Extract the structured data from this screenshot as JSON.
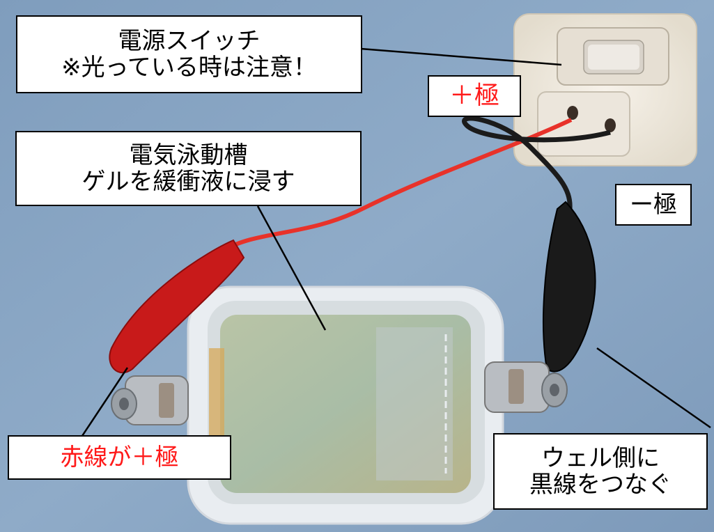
{
  "labels": {
    "power_switch": {
      "line1": "電源スイッチ",
      "line2": "※光っている時は注意！"
    },
    "positive": "＋極",
    "negative": "ー極",
    "tank": {
      "line1": "電気泳動槽",
      "line2": "ゲルを緩衝液に浸す"
    },
    "red_wire": "赤線が＋極",
    "black_wire": {
      "line1": "ウェル側に",
      "line2": "黒線をつなぐ"
    }
  },
  "colors": {
    "accent_red": "#ff1a1a",
    "label_bg": "#ffffff",
    "label_border": "#000000",
    "background_blue": "#8aa7c4"
  }
}
